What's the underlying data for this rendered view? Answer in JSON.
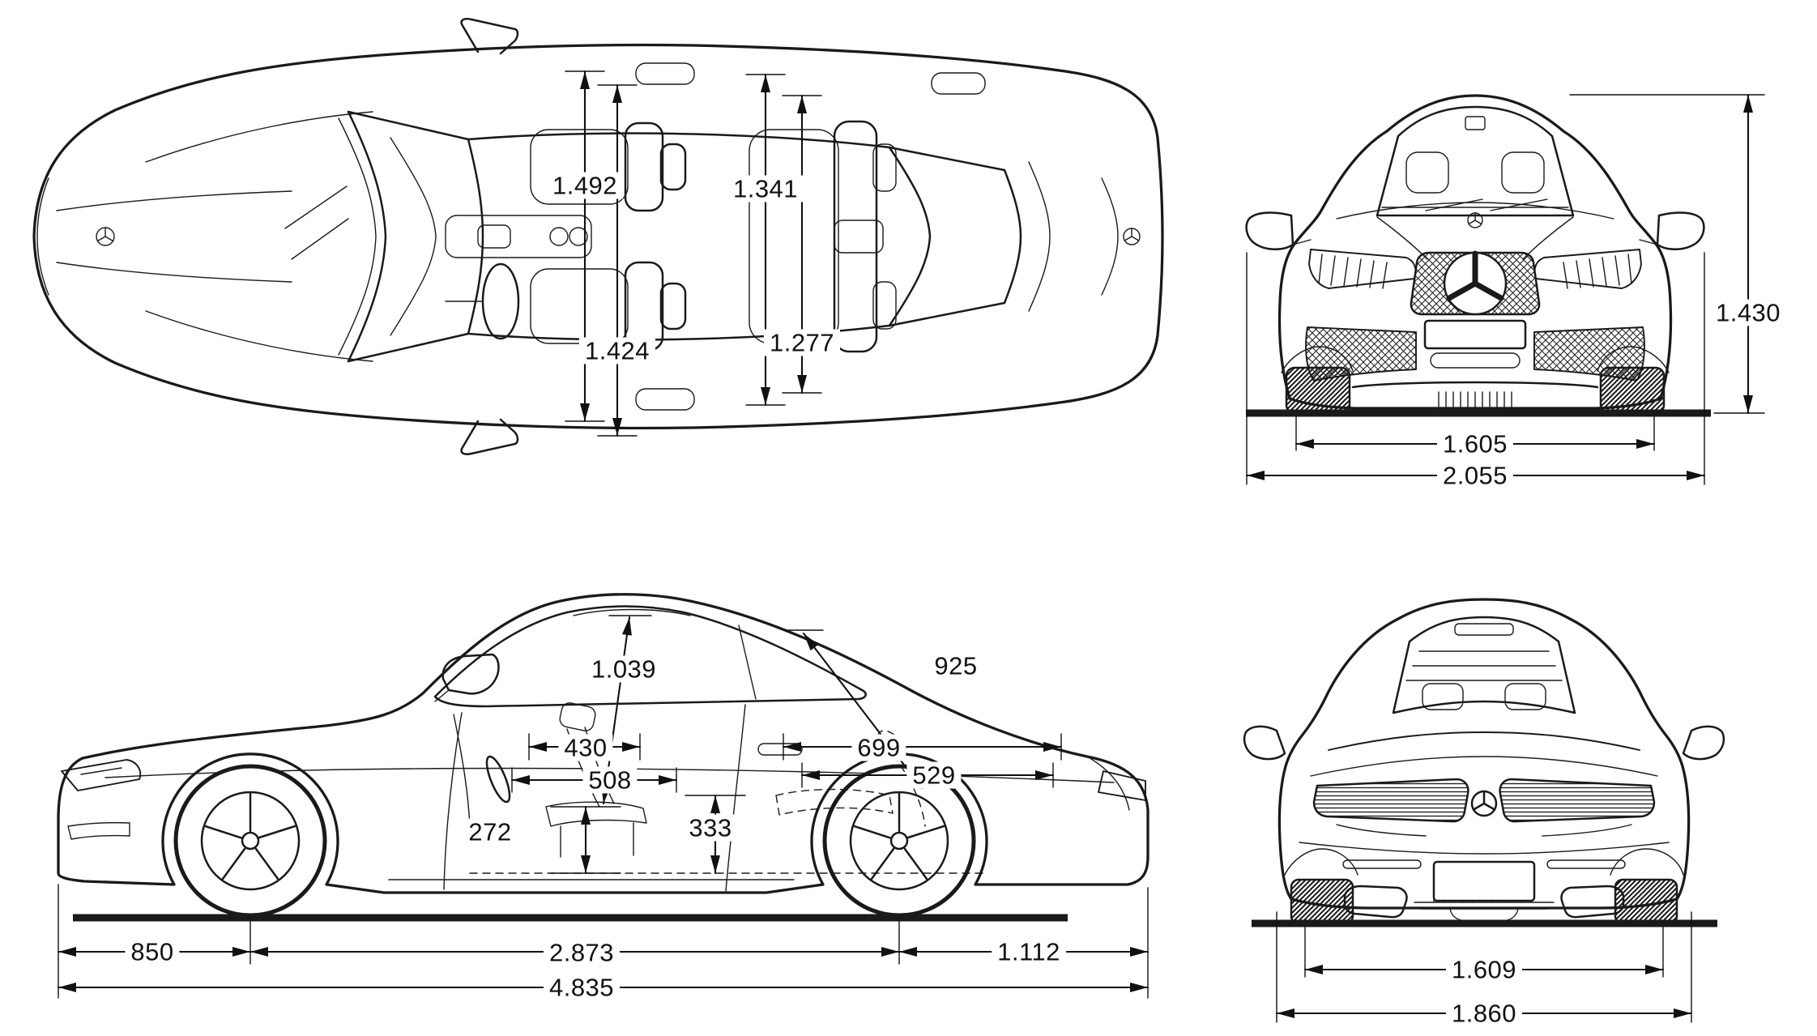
{
  "colors": {
    "background": "#ffffff",
    "line": "#1a1a1a"
  },
  "views": {
    "top": {
      "name": "top-view",
      "dims": {
        "d1492": "1.492",
        "d1341": "1.341",
        "d1424": "1.424",
        "d1277": "1.277"
      }
    },
    "front": {
      "name": "front-view",
      "dims": {
        "height": "1.430",
        "track": "1.605",
        "width_incl_mirrors": "2.055"
      }
    },
    "side": {
      "name": "side-view",
      "dims": {
        "d1039": "1.039",
        "d925": "925",
        "d430": "430",
        "d699": "699",
        "d508": "508",
        "d529": "529",
        "d272": "272",
        "d333": "333",
        "front_overhang": "850",
        "wheelbase": "2.873",
        "rear_overhang": "1.112",
        "overall_length": "4.835"
      }
    },
    "rear": {
      "name": "rear-view",
      "dims": {
        "track": "1.609",
        "width": "1.860"
      }
    }
  }
}
